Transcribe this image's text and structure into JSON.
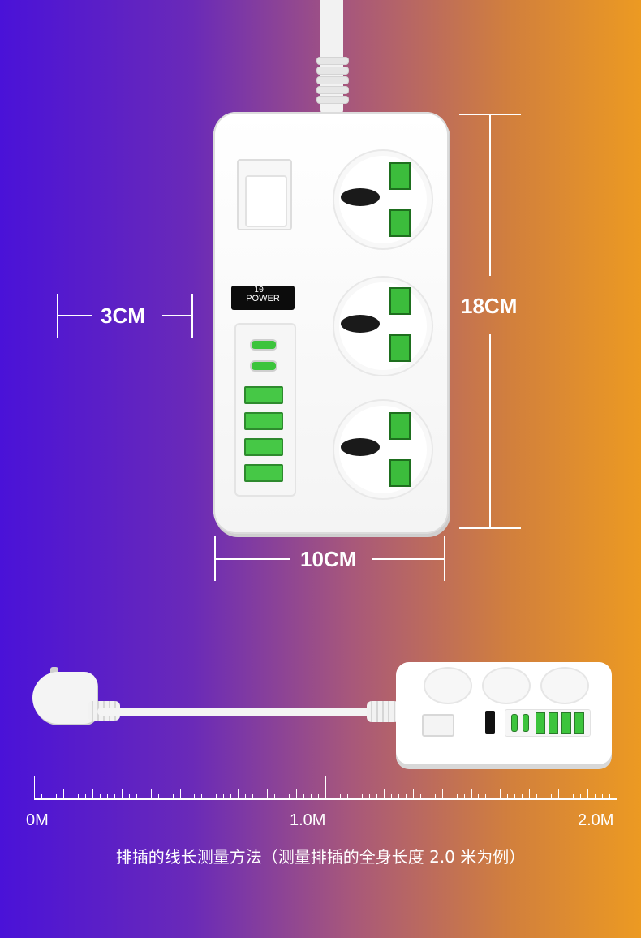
{
  "dimensions": {
    "depth": "3CM",
    "height": "18CM",
    "width": "10CM"
  },
  "device": {
    "display_label": "POWER",
    "display_digits": "10"
  },
  "ruler": {
    "start": "0M",
    "middle": "1.0M",
    "end": "2.0M"
  },
  "caption": "排插的线长测量方法（测量排插的全身长度 2.0 米为例）",
  "colors": {
    "accent_green": "#3cbc3c",
    "background_left": "#4a12d8",
    "background_right": "#ec9a22"
  }
}
